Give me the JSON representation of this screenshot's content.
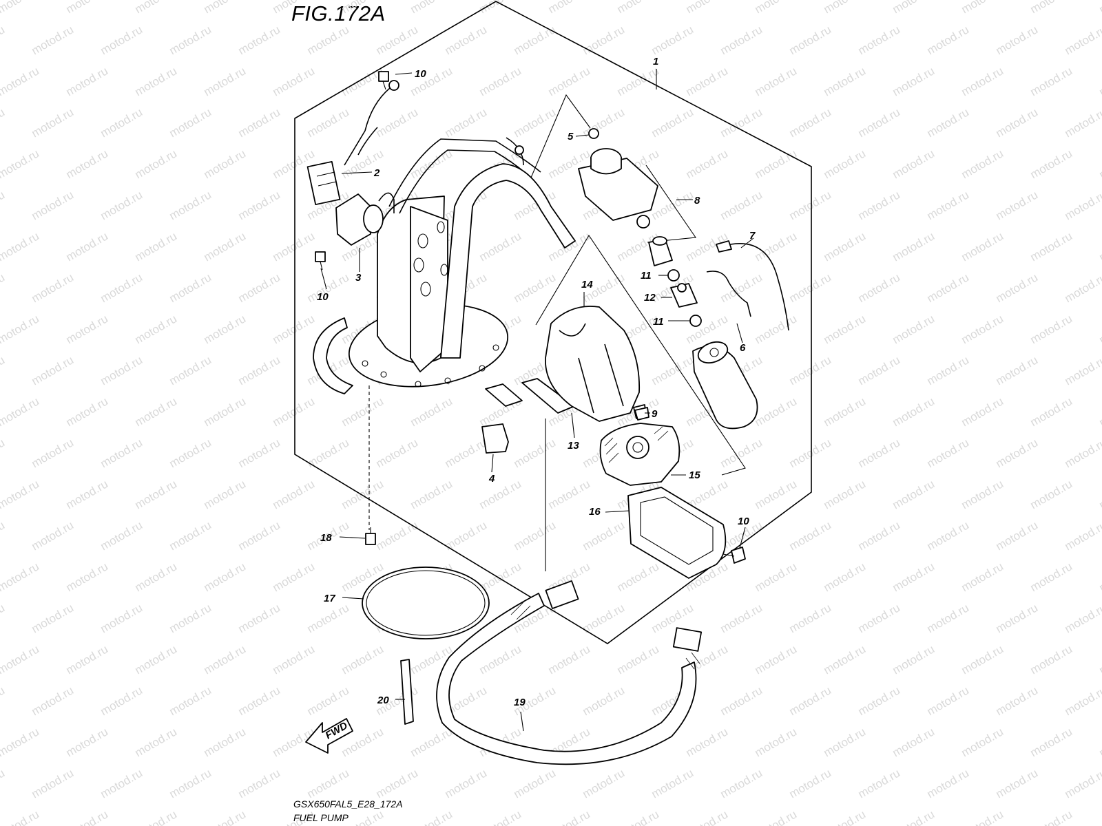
{
  "figure": {
    "title": "FIG.172A",
    "code": "GSX650FAL5_E28_172A",
    "caption": "FUEL PUMP",
    "watermark": "motod.ru",
    "fwd_label": "FWD"
  },
  "callouts": [
    {
      "id": "1",
      "label": "1"
    },
    {
      "id": "2",
      "label": "2"
    },
    {
      "id": "3",
      "label": "3"
    },
    {
      "id": "4",
      "label": "4"
    },
    {
      "id": "5",
      "label": "5"
    },
    {
      "id": "6",
      "label": "6"
    },
    {
      "id": "7",
      "label": "7"
    },
    {
      "id": "8",
      "label": "8"
    },
    {
      "id": "9",
      "label": "9"
    },
    {
      "id": "10a",
      "label": "10"
    },
    {
      "id": "10b",
      "label": "10"
    },
    {
      "id": "10c",
      "label": "10"
    },
    {
      "id": "11a",
      "label": "11"
    },
    {
      "id": "11b",
      "label": "11"
    },
    {
      "id": "12",
      "label": "12"
    },
    {
      "id": "13",
      "label": "13"
    },
    {
      "id": "14",
      "label": "14"
    },
    {
      "id": "15",
      "label": "15"
    },
    {
      "id": "16",
      "label": "16"
    },
    {
      "id": "17",
      "label": "17"
    },
    {
      "id": "18",
      "label": "18"
    },
    {
      "id": "19",
      "label": "19"
    },
    {
      "id": "20",
      "label": "20"
    }
  ]
}
